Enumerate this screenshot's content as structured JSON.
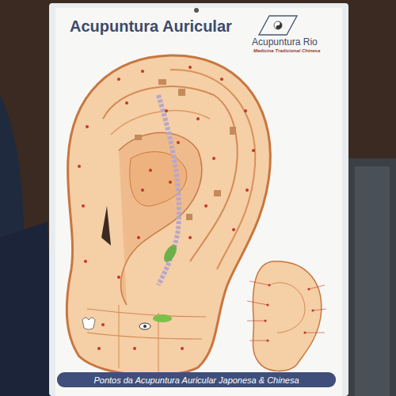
{
  "diagram": {
    "title": "Acupuntura Auricular",
    "nodes": [
      {
        "text": [
          "Pontos da Acupuntura Auricular Japonesa & Chinesa"
        ]
      }
    ],
    "labels": [
      "Acupuntura Rio",
      "Medicina Tradicional Chinesa"
    ]
  }
}
